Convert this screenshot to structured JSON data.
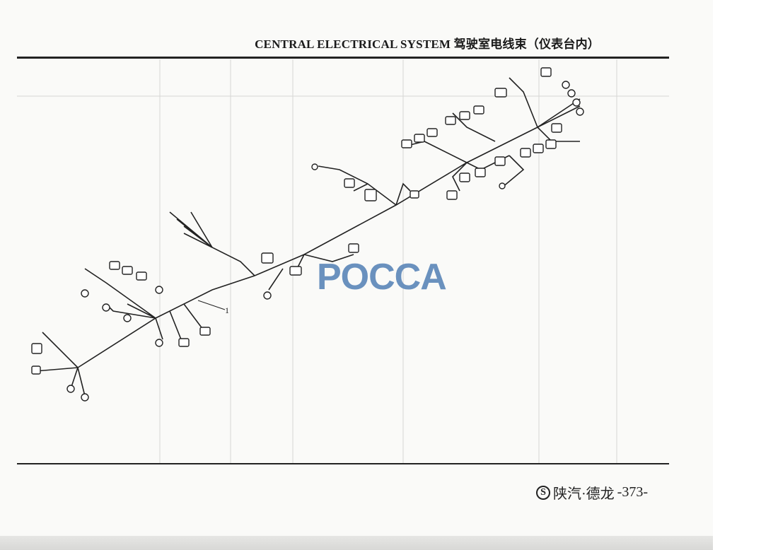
{
  "header": {
    "title": "CENTRAL ELECTRICAL SYSTEM 驾驶室电线束（仪表台内）"
  },
  "diagram": {
    "callout": "1",
    "watermark": "POCCA"
  },
  "footer": {
    "logo": "S",
    "brand": "陕汽·德龙",
    "page": "-373-"
  }
}
